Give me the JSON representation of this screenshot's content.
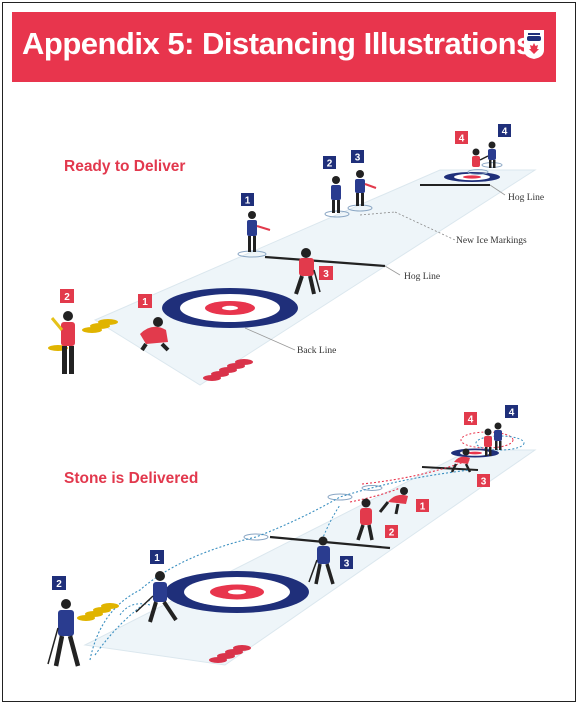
{
  "header": {
    "title": "Appendix 5: Distancing Illustrations"
  },
  "scene_ready": {
    "title": "Ready to Deliver",
    "labels": {
      "hog_line_far": "Hog Line",
      "new_ice_markings": "New Ice Markings",
      "hog_line_near": "Hog Line",
      "back_line": "Back Line"
    },
    "badges": {
      "red_2": "2",
      "red_1": "1",
      "red_3": "3",
      "red_4": "4",
      "blue_1": "1",
      "blue_2": "2",
      "blue_3": "3",
      "blue_4": "4"
    }
  },
  "scene_delivered": {
    "title": "Stone is Delivered",
    "badges": {
      "red_4": "4",
      "red_3": "3",
      "red_1": "1",
      "red_2": "2",
      "blue_4": "4",
      "blue_1": "1",
      "blue_3": "3",
      "blue_2": "2"
    }
  },
  "colors": {
    "brand_red": "#e8354d",
    "team_blue": "#1f2f7a",
    "ice": "#eef5f9"
  }
}
